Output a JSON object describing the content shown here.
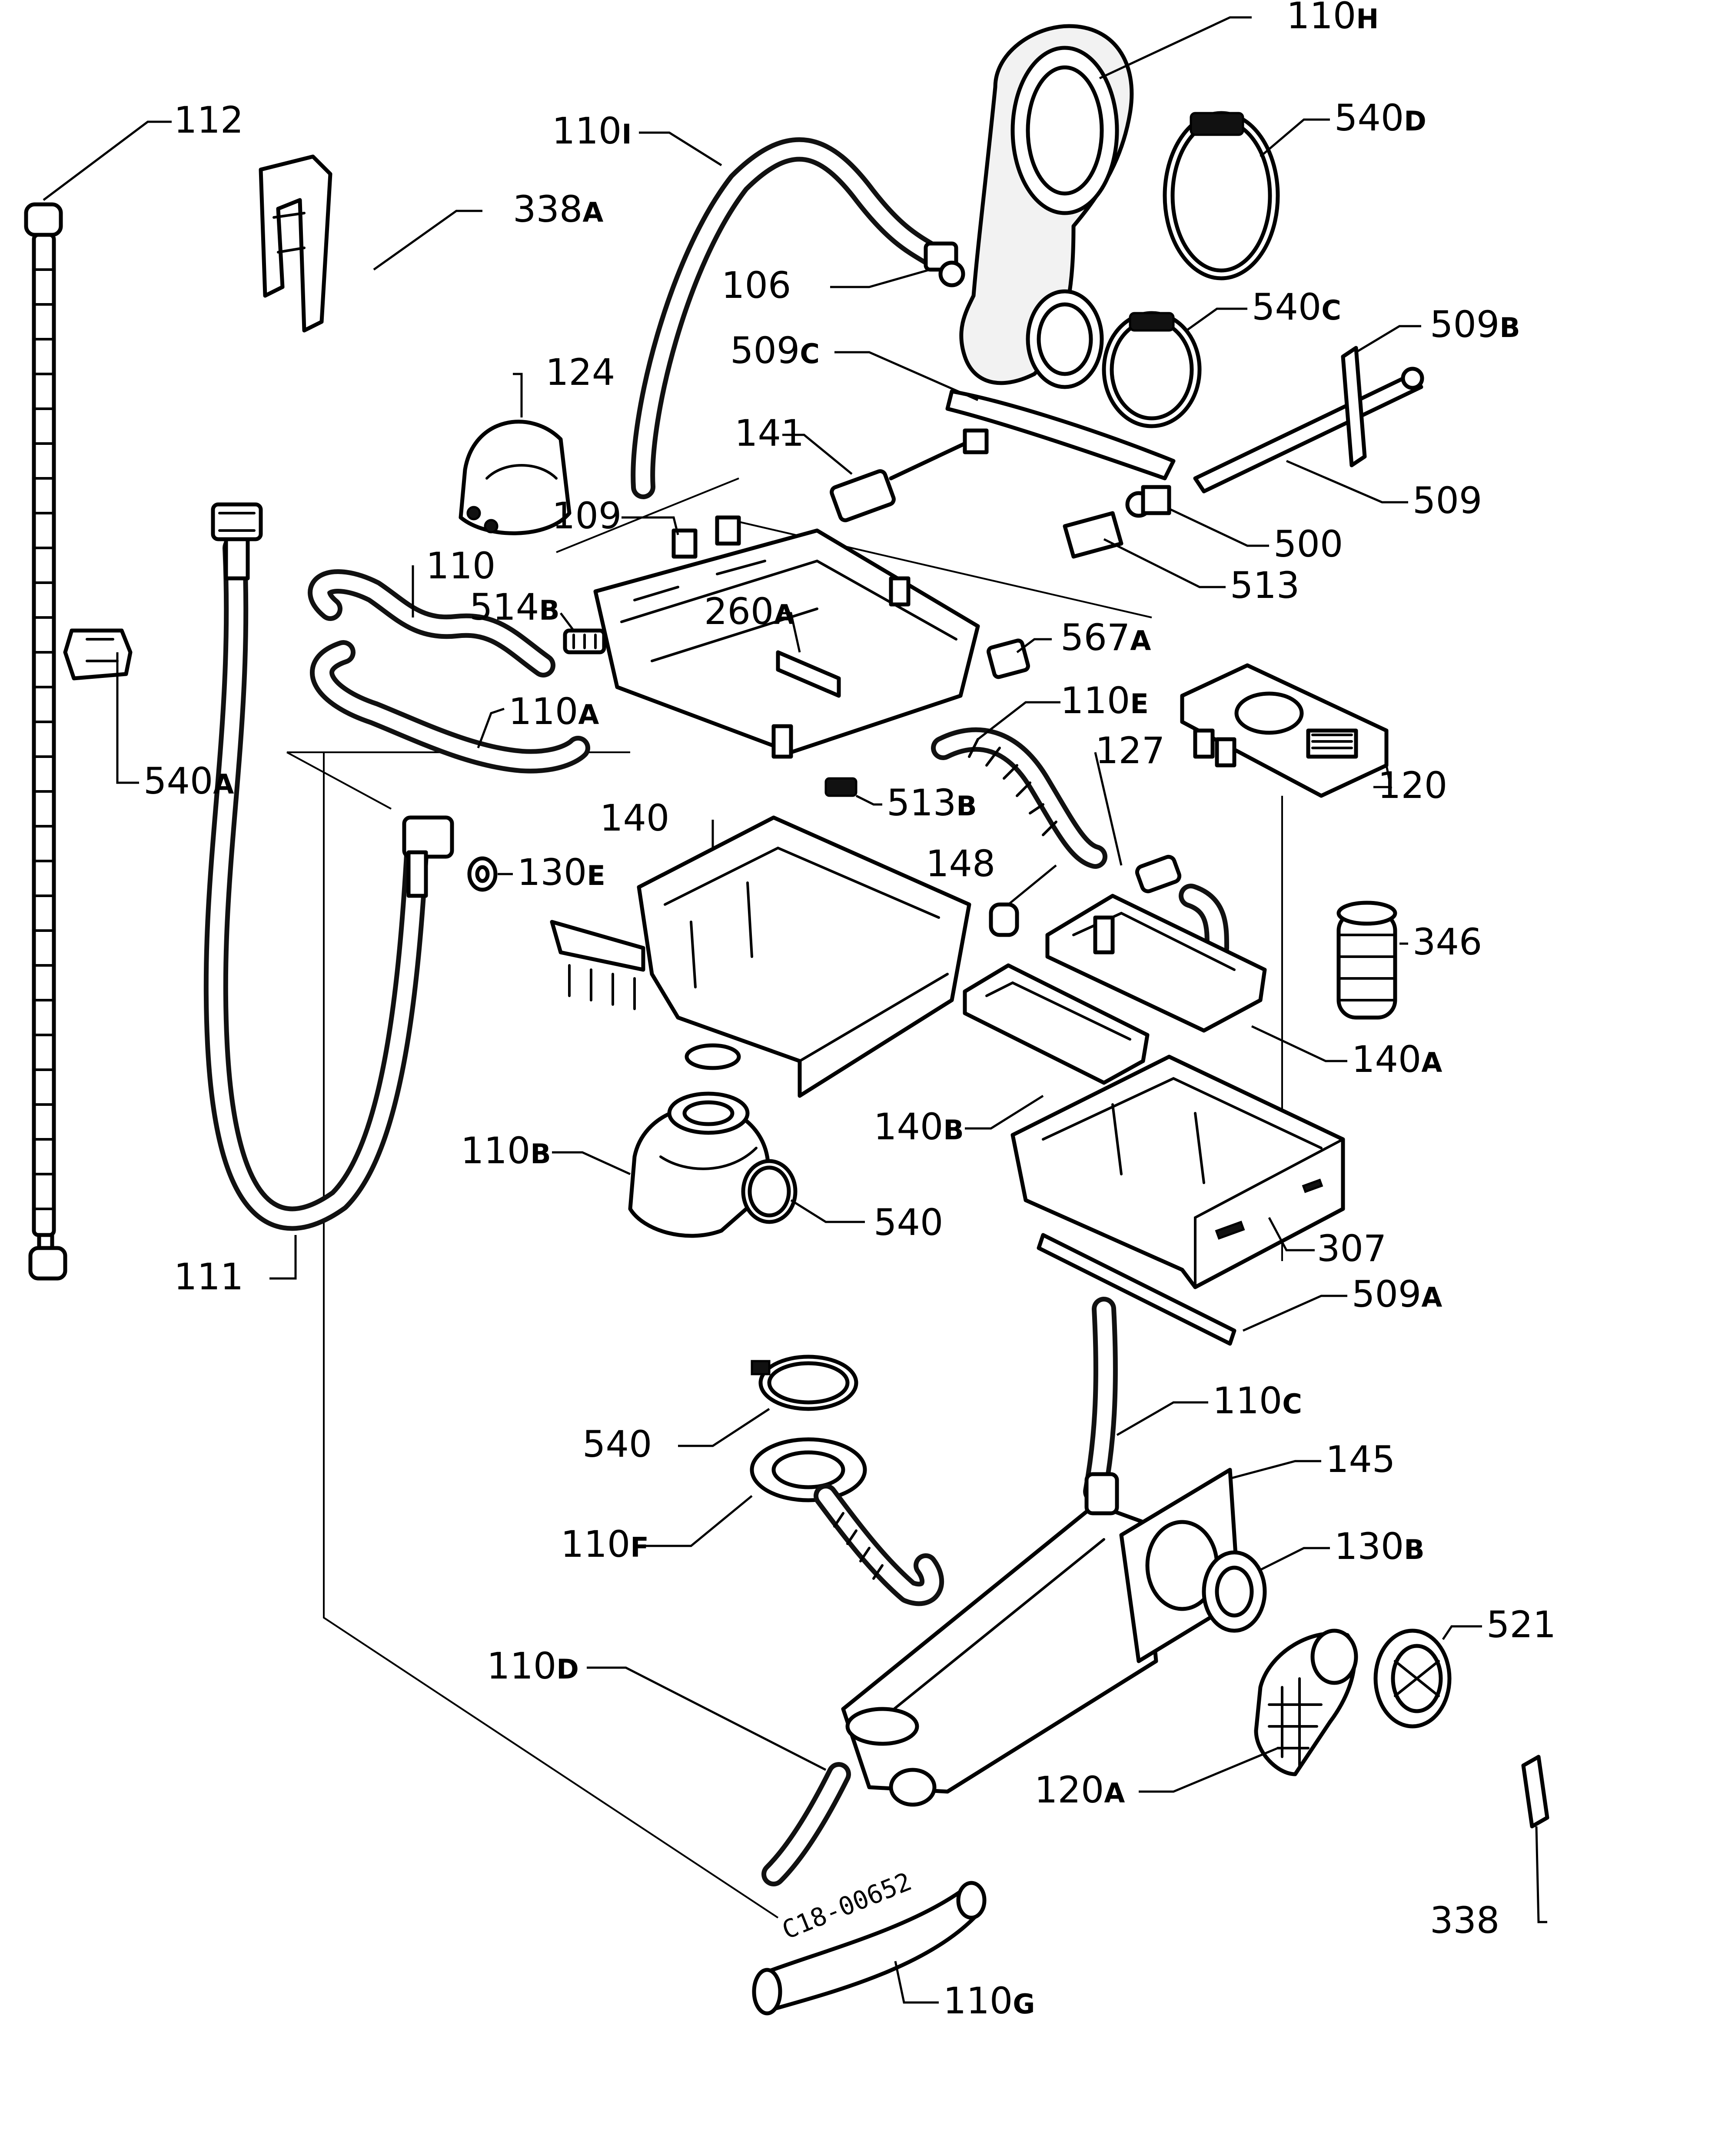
{
  "diagram": {
    "stamp": "C18-00652",
    "callouts": [
      {
        "id": "112",
        "num": "112",
        "sfx": ""
      },
      {
        "id": "338a",
        "num": "338",
        "sfx": "A"
      },
      {
        "id": "540a",
        "num": "540",
        "sfx": "A"
      },
      {
        "id": "111",
        "num": "111",
        "sfx": ""
      },
      {
        "id": "124",
        "num": "124",
        "sfx": ""
      },
      {
        "id": "109",
        "num": "109",
        "sfx": ""
      },
      {
        "id": "110",
        "num": "110",
        "sfx": ""
      },
      {
        "id": "514b",
        "num": "514",
        "sfx": "B"
      },
      {
        "id": "110a",
        "num": "110",
        "sfx": "A"
      },
      {
        "id": "110i",
        "num": "110",
        "sfx": "I"
      },
      {
        "id": "106",
        "num": "106",
        "sfx": ""
      },
      {
        "id": "110h",
        "num": "110",
        "sfx": "H"
      },
      {
        "id": "540d",
        "num": "540",
        "sfx": "D"
      },
      {
        "id": "540c",
        "num": "540",
        "sfx": "C"
      },
      {
        "id": "509b",
        "num": "509",
        "sfx": "B"
      },
      {
        "id": "509c",
        "num": "509",
        "sfx": "C"
      },
      {
        "id": "509",
        "num": "509",
        "sfx": ""
      },
      {
        "id": "141",
        "num": "141",
        "sfx": ""
      },
      {
        "id": "500",
        "num": "500",
        "sfx": ""
      },
      {
        "id": "513",
        "num": "513",
        "sfx": ""
      },
      {
        "id": "260a",
        "num": "260",
        "sfx": "A"
      },
      {
        "id": "567a",
        "num": "567",
        "sfx": "A"
      },
      {
        "id": "110e",
        "num": "110",
        "sfx": "E"
      },
      {
        "id": "127",
        "num": "127",
        "sfx": ""
      },
      {
        "id": "120",
        "num": "120",
        "sfx": ""
      },
      {
        "id": "140",
        "num": "140",
        "sfx": ""
      },
      {
        "id": "513b",
        "num": "513",
        "sfx": "B"
      },
      {
        "id": "148",
        "num": "148",
        "sfx": ""
      },
      {
        "id": "130e",
        "num": "130",
        "sfx": "E"
      },
      {
        "id": "346",
        "num": "346",
        "sfx": ""
      },
      {
        "id": "140a",
        "num": "140",
        "sfx": "A"
      },
      {
        "id": "140b",
        "num": "140",
        "sfx": "B"
      },
      {
        "id": "110b",
        "num": "110",
        "sfx": "B"
      },
      {
        "id": "540-upper",
        "num": "540",
        "sfx": ""
      },
      {
        "id": "307",
        "num": "307",
        "sfx": ""
      },
      {
        "id": "509a",
        "num": "509",
        "sfx": "A"
      },
      {
        "id": "540-lower",
        "num": "540",
        "sfx": ""
      },
      {
        "id": "110c",
        "num": "110",
        "sfx": "C"
      },
      {
        "id": "145",
        "num": "145",
        "sfx": ""
      },
      {
        "id": "110f",
        "num": "110",
        "sfx": "F"
      },
      {
        "id": "130b",
        "num": "130",
        "sfx": "B"
      },
      {
        "id": "521",
        "num": "521",
        "sfx": ""
      },
      {
        "id": "110d",
        "num": "110",
        "sfx": "D"
      },
      {
        "id": "120a",
        "num": "120",
        "sfx": "A"
      },
      {
        "id": "338",
        "num": "338",
        "sfx": ""
      },
      {
        "id": "110g",
        "num": "110",
        "sfx": "G"
      }
    ]
  }
}
